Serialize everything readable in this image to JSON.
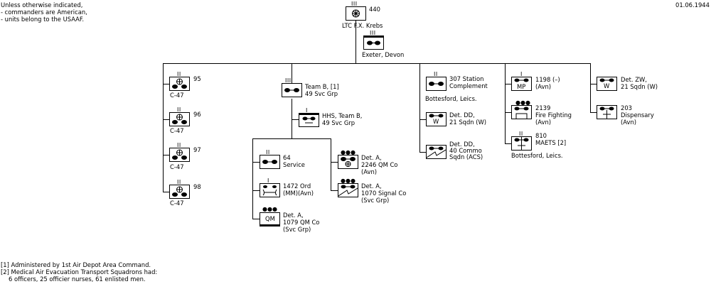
{
  "header": {
    "note_lines": [
      "Unless otherwise indicated,",
      "- commanders are American,",
      "- units belong to the USAAF."
    ],
    "date": "01.06.1944"
  },
  "top": {
    "number": "440",
    "commander": "LTC  F.X. Krebs",
    "hq_location": "Exeter, Devon"
  },
  "columns": {
    "group_a": [
      {
        "number": "95",
        "label": "C-47"
      },
      {
        "number": "96",
        "label": "C-47"
      },
      {
        "number": "97",
        "label": "C-47"
      },
      {
        "number": "98",
        "label": "C-47"
      }
    ],
    "team_b": {
      "title": [
        "Team B, [1]",
        "49 Svc Grp"
      ],
      "hhs": [
        "HHS, Team B,",
        "49 Svc Grp"
      ],
      "left": [
        {
          "lines": [
            "64",
            "Service"
          ]
        },
        {
          "lines": [
            "1472 Ord",
            "(MM)(Avn)"
          ]
        },
        {
          "lines": [
            "Det. A,",
            "1079 QM Co",
            "(Svc Grp)"
          ],
          "symbol_text": "QM"
        }
      ],
      "right": [
        {
          "lines": [
            "Det. A,",
            "2246 QM Co",
            "(Avn)"
          ]
        },
        {
          "lines": [
            "Det. A,",
            "1070 Signal Co",
            "(Svc Grp)"
          ]
        }
      ]
    },
    "station": {
      "title": [
        "307 Station",
        "Complement"
      ],
      "location": "Bottesford, Leics.",
      "items": [
        {
          "lines": [
            "Det. DD,",
            "21 Sqdn (W)"
          ],
          "symbol_text": "W"
        },
        {
          "lines": [
            "Det. DD,",
            "40 Commo",
            "Sqdn (ACS)"
          ]
        }
      ]
    },
    "support": [
      {
        "lines": [
          "1198 (–)",
          "(Avn)"
        ],
        "symbol_text": "MP"
      },
      {
        "lines": [
          "2139",
          "Fire Fighting",
          "(Avn)"
        ]
      },
      {
        "lines": [
          "810",
          "MAETS [2]"
        ],
        "location": "Bottesford, Leics."
      }
    ],
    "right": [
      {
        "lines": [
          "Det. ZW,",
          "21 Sqdn (W)"
        ],
        "symbol_text": "W"
      },
      {
        "lines": [
          "203",
          "Dispensary",
          "(Avn)"
        ]
      }
    ]
  },
  "footnotes": {
    "f1": "[1] Administered by 1st Air Depot Area Command.",
    "f2": "[2] Medical Air Evacuation Transport Squadrons had:",
    "f2b": "6 officers, 25 officier nurses, 61 enlisted men."
  },
  "echelons": {
    "group": "III",
    "sqn": "II",
    "co": "I",
    "det": "●●●",
    "hq": "III"
  }
}
